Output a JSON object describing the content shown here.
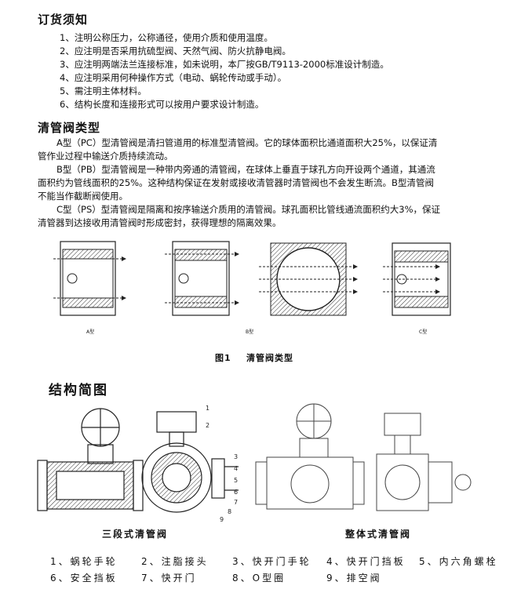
{
  "order_notes": {
    "title": "订货须知",
    "items": [
      "1、注明公称压力，公称通径，使用介质和使用温度。",
      "2、应注明是否采用抗硫型阀、天然气阀、防火抗静电阀。",
      "3、应注明两端法兰连接标准，如未说明，本厂按GB/T9113-2000标准设计制造。",
      "4、应注明采用何种操作方式（电动、蜗轮传动或手动）。",
      "5、需注明主体材料。",
      "6、结构长度和连接形式可以按用户要求设计制造。"
    ]
  },
  "valve_types": {
    "title": "清管阀类型",
    "lines": [
      "A型（PC）型清管阀是清扫管道用的标准型清管阀。它的球体面积比通道面积大25%，以保证清",
      "管作业过程中输送介质持续流动。",
      "B型（PB）型清管阀是一种带内旁通的清管阀，在球体上垂直于球孔方向开设两个通道，其通流",
      "面积约为管线面积的25%。这种结构保证在发射或接收清管器时清管阀也不会发生断流。B型清管阀",
      "不能当作截断阀使用。",
      "C型（PS）型清管阀是隔离和按序输送介质用的清管阀。球孔面积比管线通流面积约大3%，保证",
      "清管器到达接收用清管阀时形成密封，获得理想的隔离效果。"
    ]
  },
  "figure1": {
    "labels": [
      "A型",
      "B型",
      "C型"
    ],
    "caption": "图1    清管阀类型"
  },
  "structure": {
    "title": "结构简图",
    "sub_left": "三段式清管阀",
    "sub_right": "整体式清管阀",
    "callouts": [
      "1",
      "2",
      "3",
      "4",
      "5",
      "6",
      "7",
      "8",
      "9"
    ]
  },
  "legend": {
    "row1": [
      "1、蜗轮手轮",
      "2、注脂接头",
      "3、快开门手轮",
      "4、快开门挡板",
      "5、内六角螺栓"
    ],
    "row2": [
      "6、安全挡板",
      "7、快开门",
      "8、O型圈",
      "9、排空阀"
    ]
  }
}
